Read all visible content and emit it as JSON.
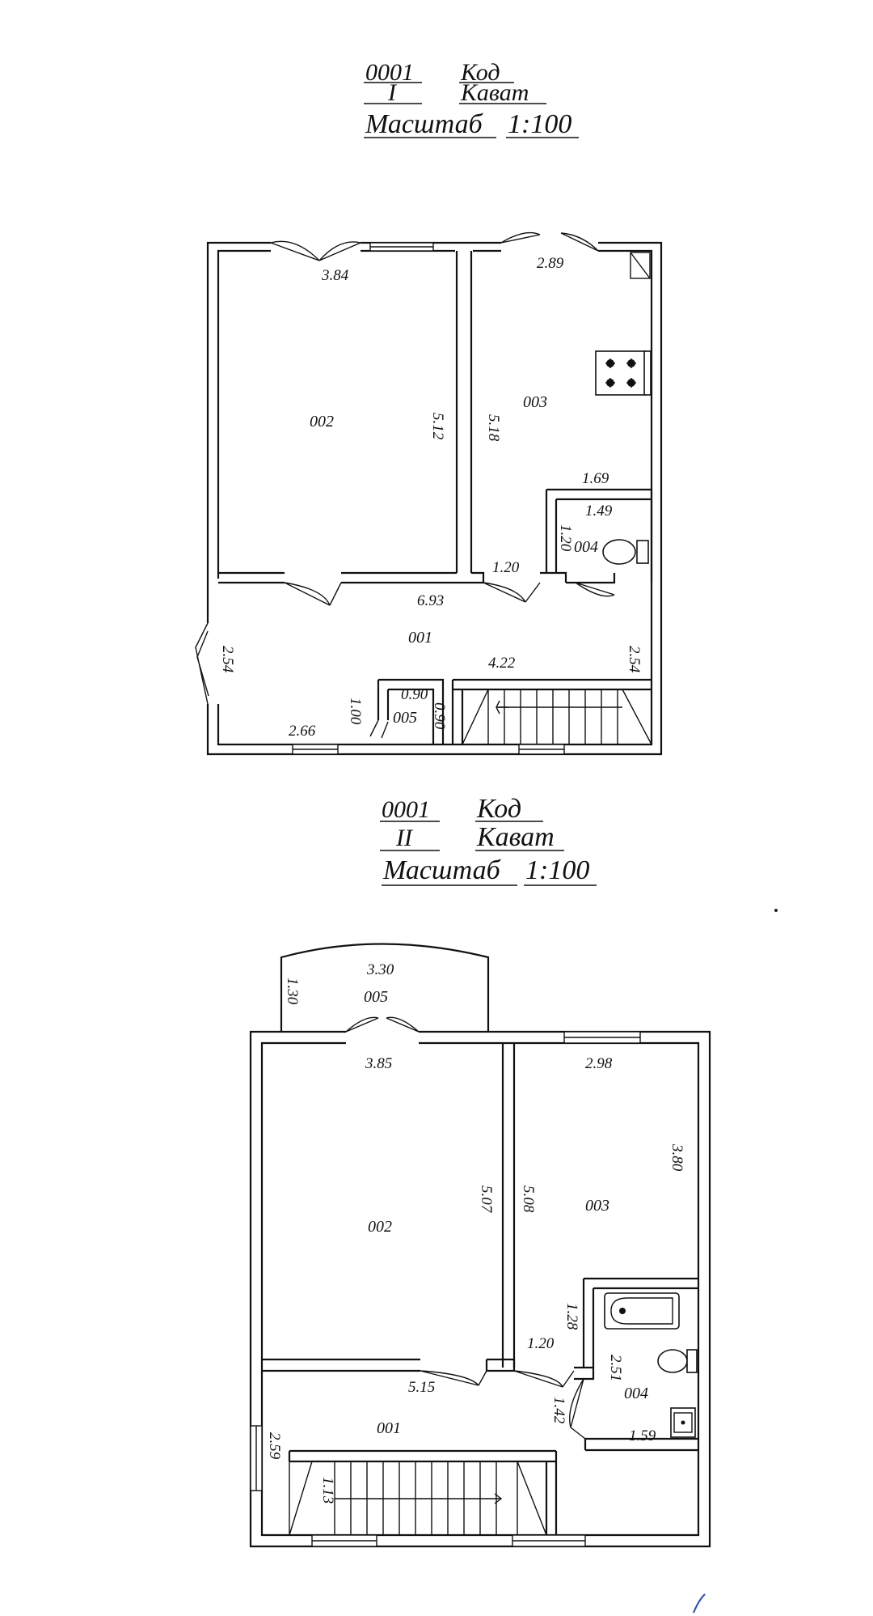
{
  "floors": [
    {
      "code_value": "0001",
      "code_label": "Код",
      "floor_value": "I",
      "floor_label": "Кават",
      "scale_label": "Масштаб",
      "scale_value": "1:100",
      "rooms": [
        "002",
        "003",
        "004",
        "001",
        "005"
      ],
      "dimensions": [
        "3.84",
        "5.12",
        "2.89",
        "5.18",
        "1.69",
        "1.49",
        "1.20",
        "1.20",
        "6.93",
        "4.22",
        "2.54",
        "2.54",
        "0.90",
        "0.90",
        "1.00",
        "2.66"
      ]
    },
    {
      "code_value": "0001",
      "code_label": "Код",
      "floor_value": "II",
      "floor_label": "Кават",
      "scale_label": "Масштаб",
      "scale_value": "1:100",
      "rooms": [
        "005",
        "002",
        "003",
        "004",
        "001"
      ],
      "dimensions": [
        "3.30",
        "1.30",
        "3.85",
        "2.98",
        "3.80",
        "5.07",
        "5.08",
        "1.28",
        "1.20",
        "2.51",
        "5.15",
        "1.42",
        "1.59",
        "2.59",
        "1.13"
      ]
    }
  ],
  "icons": [
    "gas-stove-icon",
    "toilet-icon",
    "bathtub-icon",
    "washbasin-icon",
    "staircase-icon",
    "door-swing-icon",
    "window-icon"
  ]
}
